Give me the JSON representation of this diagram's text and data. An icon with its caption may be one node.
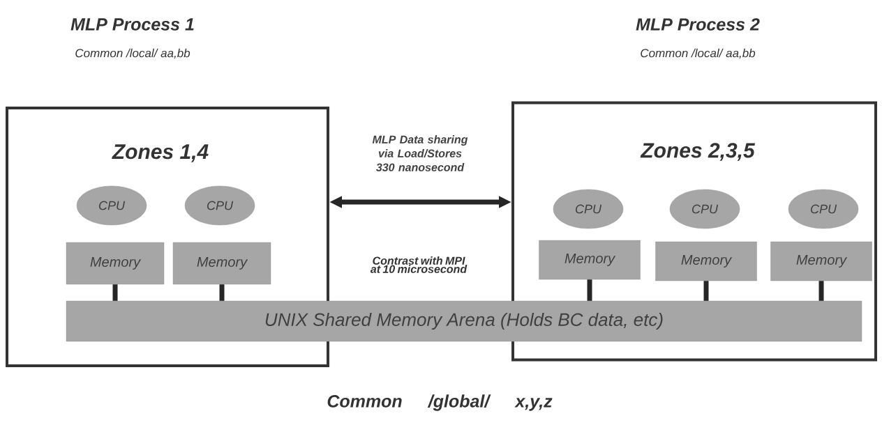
{
  "diagram": {
    "nodes": [
      {
        "text": [
          "MLP Process 1",
          "Common /local/ aa,bb",
          "Zones 1,4"
        ]
      },
      {
        "text": [
          "CPU"
        ],
        "in": 0
      },
      {
        "text": [
          "CPU"
        ],
        "in": 0
      },
      {
        "text": [
          "Memory"
        ],
        "in": 0
      },
      {
        "text": [
          "Memory"
        ],
        "in": 0
      },
      {
        "text": [
          "MLP Process 2",
          "Common /local/ aa,bb",
          "Zones 2,3,5"
        ]
      },
      {
        "text": [
          "CPU"
        ],
        "in": 5
      },
      {
        "text": [
          "CPU"
        ],
        "in": 5
      },
      {
        "text": [
          "CPU"
        ],
        "in": 5
      },
      {
        "text": [
          "Memory"
        ],
        "in": 5
      },
      {
        "text": [
          "Memory"
        ],
        "in": 5
      },
      {
        "text": [
          "Memory"
        ],
        "in": 5
      },
      {
        "text": [
          "UNIX Shared Memory Arena (Holds BC data, etc)"
        ]
      }
    ],
    "edges": [
      {
        "from": 0,
        "to": 5,
        "arrow": "both",
        "label": "MLP Data sharing via Load/Stores 330 nanosecond"
      },
      {
        "from": 3,
        "to": 12,
        "arrow": "none"
      },
      {
        "from": 4,
        "to": 12,
        "arrow": "none"
      },
      {
        "from": 9,
        "to": 12,
        "arrow": "none"
      },
      {
        "from": 10,
        "to": 12,
        "arrow": "none"
      },
      {
        "from": 11,
        "to": 12,
        "arrow": "none"
      }
    ],
    "labels": [
      "Contrast with MPI at 10 microsecond",
      "Common /global/ x,y,z"
    ]
  }
}
